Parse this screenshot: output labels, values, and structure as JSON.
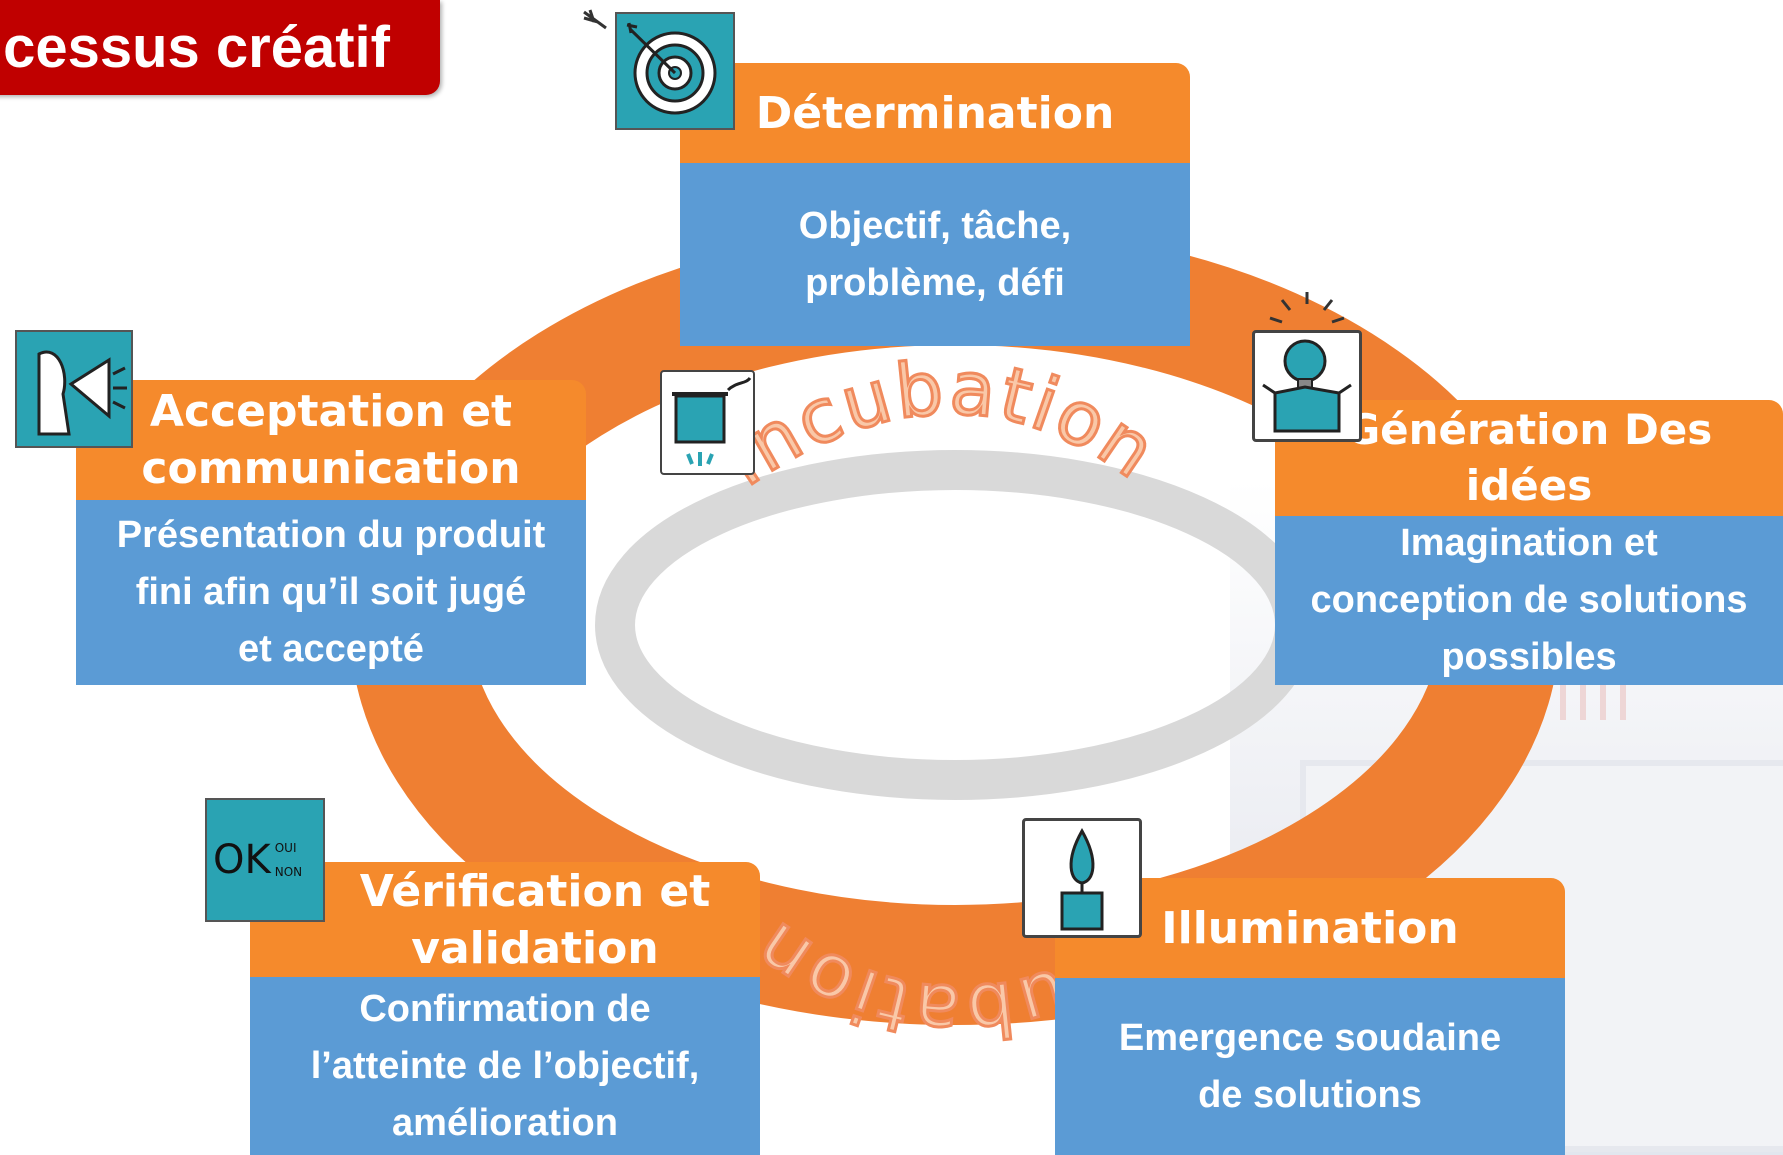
{
  "title": "cessus créatif",
  "ring_words": {
    "top": "Incubation",
    "bottom": "Incubation"
  },
  "cards": {
    "determination": {
      "title": "Détermination",
      "body": "Objectif, tâche, problème, défi"
    },
    "generation": {
      "title": "Génération Des idées",
      "body": "Imagination et conception de solutions possibles"
    },
    "illumination": {
      "title": "Illumination",
      "body": "Emergence soudaine de solutions"
    },
    "verification": {
      "title": "Vérification et validation",
      "body": "Confirmation de l’atteinte de l’objectif, amélioration"
    },
    "acceptation": {
      "title": "Acceptation et communication",
      "body": "Présentation du produit fini afin qu’il soit jugé et accepté"
    }
  },
  "ok_icon": {
    "main": "OK",
    "yes": "OUI",
    "no": "NON"
  },
  "icons": [
    "target-icon",
    "lightbulb-box-icon",
    "candle-icon",
    "ok-checkbox-icon",
    "megaphone-icon",
    "cooking-pot-icon"
  ],
  "colors": {
    "title_red": "#c00000",
    "orange": "#f58a2c",
    "ring_orange": "#ef7f32",
    "blue": "#5b9bd5",
    "teal_icon": "#2aa3b3",
    "ring_gray": "#d9d9d9",
    "text_orange": "#f08a5d"
  }
}
